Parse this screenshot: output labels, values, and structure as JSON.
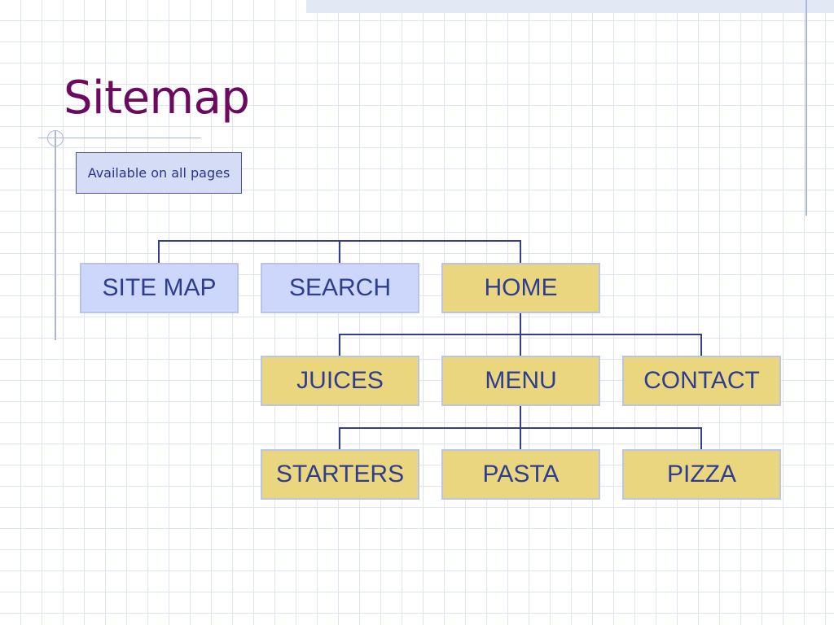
{
  "slide": {
    "title": "Sitemap",
    "note": "Available on all pages"
  },
  "sitemap": {
    "global_pages": [
      "SITE MAP",
      "SEARCH"
    ],
    "root": "HOME",
    "level1": [
      "JUICES",
      "MENU",
      "CONTACT"
    ],
    "level2": [
      "STARTERS",
      "PASTA",
      "PIZZA"
    ],
    "colors": {
      "global_box": "#ccd7fb",
      "hierarchy_box": "#ebd680",
      "text": "#2f3d8f",
      "connector": "#333e8c",
      "title": "#6b0a5f"
    }
  }
}
